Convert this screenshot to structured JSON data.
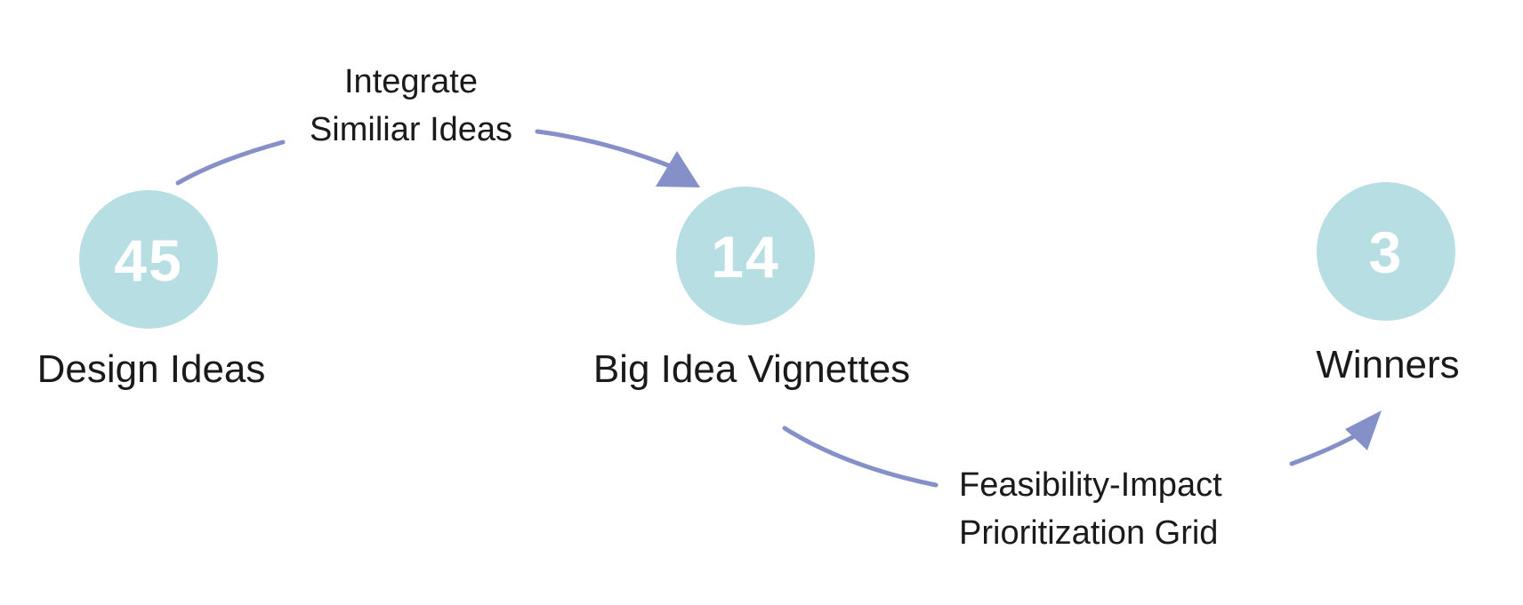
{
  "nodes": [
    {
      "count": "45",
      "label": "Design Ideas"
    },
    {
      "count": "14",
      "label": "Big Idea Vignettes"
    },
    {
      "count": "3",
      "label": "Winners"
    }
  ],
  "edges": [
    {
      "label_lines": [
        "Integrate",
        "Similiar Ideas"
      ]
    },
    {
      "label_lines": [
        "Feasibility-Impact",
        "Prioritization Grid"
      ]
    }
  ],
  "colors": {
    "node_fill": "#b6dee3",
    "node_text": "#ffffff",
    "arrow": "#8690c8",
    "label_text": "#1a1a1a"
  }
}
